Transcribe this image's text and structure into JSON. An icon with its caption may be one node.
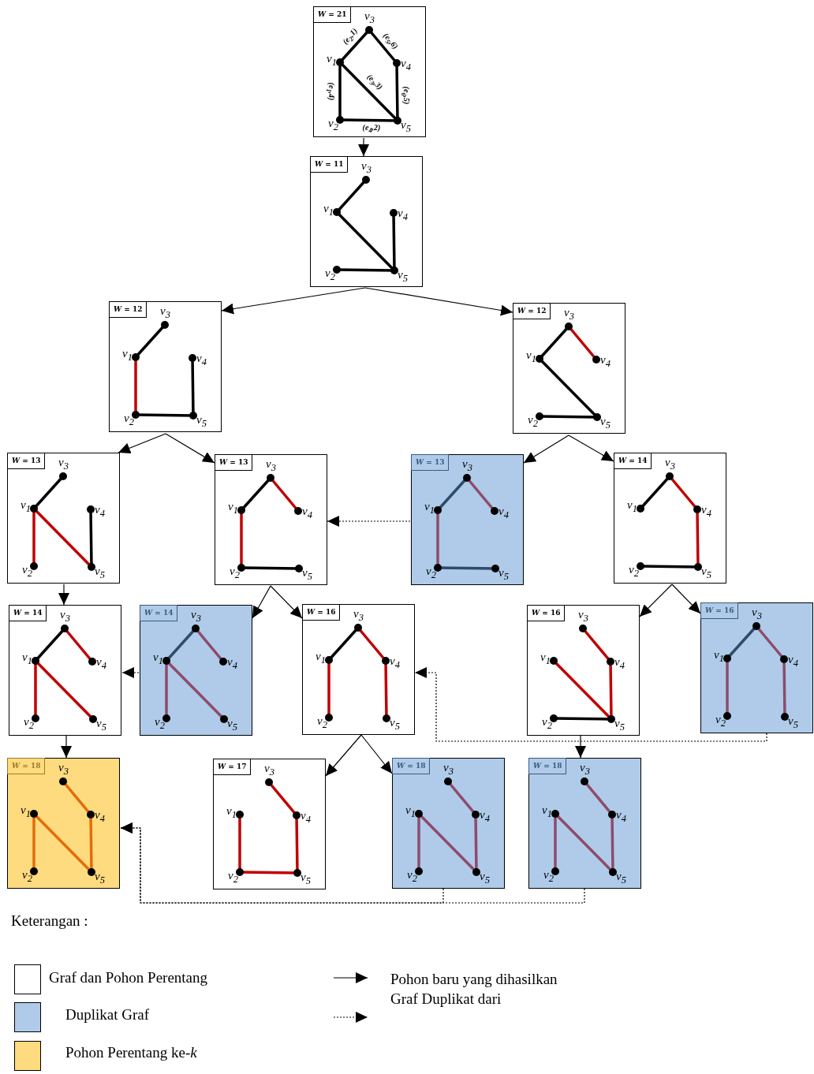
{
  "diagram": {
    "nodes": [
      {
        "text": [
          "*W* = 21",
          "v$_{3}$",
          "(e$_{2}$,1)",
          "(e$_{5}$,6)",
          "v$_{1}$",
          "v$_{4}$",
          "(e$_{1}$,4)",
          "(e$_{3}$,3)",
          "(e$_{6}$,5)",
          "v$_{2}$",
          "(e$_{4}$,2)",
          "v$_{5}$"
        ]
      },
      {
        "text": [
          "*W* = 11",
          "v$_{3}$",
          "v$_{1}$",
          "v$_{4}$",
          "v$_{2}$",
          "v$_{5}$"
        ]
      },
      {
        "text": [
          "*W* = 12",
          "v$_{3}$",
          "v$_{1}$",
          "v$_{4}$",
          "v$_{2}$",
          "v$_{5}$"
        ]
      },
      {
        "text": [
          "*W* = 12",
          "v$_{3}$",
          "v$_{1}$",
          "v$_{4}$",
          "v$_{2}$",
          "v$_{5}$"
        ]
      },
      {
        "text": [
          "*W* = 13",
          "v$_{3}$",
          "v$_{1}$",
          "v$_{4}$",
          "v$_{2}$",
          "v$_{5}$"
        ]
      },
      {
        "text": [
          "*W* = 13",
          "v$_{3}$",
          "v$_{1}$",
          "v$_{4}$",
          "v$_{2}$",
          "v$_{5}$"
        ]
      },
      {
        "text": [
          "*W* = 13",
          "v$_{3}$",
          "v$_{1}$",
          "v$_{4}$",
          "v$_{2}$",
          "v$_{5}$"
        ]
      },
      {
        "text": [
          "*W* = 14",
          "v$_{3}$",
          "v$_{1}$",
          "v$_{4}$",
          "v$_{2}$",
          "v$_{5}$"
        ]
      },
      {
        "text": [
          "*W* = 14",
          "v$_{3}$",
          "v$_{1}$",
          "v$_{4}$",
          "v$_{2}$",
          "v$_{5}$"
        ]
      },
      {
        "text": [
          "*W* = 14",
          "v$_{3}$",
          "v$_{1}$",
          "v$_{4}$",
          "v$_{2}$",
          "v$_{5}$"
        ]
      },
      {
        "text": [
          "*W* = 16",
          "v$_{3}$",
          "v$_{1}$",
          "v$_{4}$",
          "v$_{2}$",
          "v$_{5}$"
        ]
      },
      {
        "text": [
          "*W* = 16",
          "v$_{3}$",
          "v$_{1}$",
          "v$_{4}$",
          "v$_{2}$",
          "v$_{5}$"
        ]
      },
      {
        "text": [
          "*W* = 16",
          "v$_{3}$",
          "v$_{1}$",
          "v$_{4}$",
          "v$_{2}$",
          "v$_{5}$"
        ]
      },
      {
        "text": [
          "*W* = 18",
          "v$_{3}$",
          "v$_{1}$",
          "v$_{4}$",
          "v$_{2}$",
          "v$_{5}$"
        ]
      },
      {
        "text": [
          "*W* = 17",
          "v$_{3}$",
          "v$_{1}$",
          "v$_{4}$",
          "v$_{2}$",
          "v$_{5}$"
        ]
      },
      {
        "text": [
          "*W* = 18",
          "v$_{3}$",
          "v$_{1}$",
          "v$_{4}$",
          "v$_{2}$",
          "v$_{5}$"
        ]
      },
      {
        "text": [
          "*W* = 18",
          "v$_{3}$",
          "v$_{1}$",
          "v$_{4}$",
          "v$_{2}$",
          "v$_{5}$"
        ]
      }
    ],
    "edges": [
      {
        "from": 0,
        "to": 1,
        "arrow": "to"
      },
      {
        "from": 1,
        "to": 2,
        "arrow": "to"
      },
      {
        "from": 1,
        "to": 3,
        "arrow": "to"
      },
      {
        "from": 2,
        "to": 4,
        "arrow": "to"
      },
      {
        "from": 2,
        "to": 5,
        "arrow": "to"
      },
      {
        "from": 3,
        "to": 6,
        "arrow": "to"
      },
      {
        "from": 3,
        "to": 7,
        "arrow": "to"
      },
      {
        "from": 6,
        "to": 5,
        "arrow": "to",
        "style": "dashed"
      },
      {
        "from": 4,
        "to": 8,
        "arrow": "to"
      },
      {
        "from": 5,
        "to": 9,
        "arrow": "to"
      },
      {
        "from": 5,
        "to": 10,
        "arrow": "to"
      },
      {
        "from": 9,
        "to": 8,
        "arrow": "to",
        "style": "dashed"
      },
      {
        "from": 7,
        "to": 11,
        "arrow": "to"
      },
      {
        "from": 7,
        "to": 12,
        "arrow": "to"
      },
      {
        "from": 12,
        "to": 10,
        "arrow": "to",
        "style": "dashed"
      },
      {
        "from": 11,
        "to": 16,
        "arrow": "to"
      },
      {
        "from": 10,
        "to": 14,
        "arrow": "to"
      },
      {
        "from": 10,
        "to": 15,
        "arrow": "to"
      },
      {
        "from": 8,
        "to": 13,
        "arrow": "to"
      },
      {
        "from": 15,
        "to": 13,
        "arrow": "to",
        "style": "dashed"
      },
      {
        "from": 16,
        "to": 13,
        "arrow": "to",
        "style": "dashed"
      }
    ],
    "labels": [
      "Keterangan :"
    ],
    "legend": [
      {
        "text": "Graf dan Pohon Perentang",
        "color": "#ffffff"
      },
      {
        "text": "Duplikat Graf",
        "color": "#afcbe9"
      },
      {
        "text": "Pohon Perentang ke-*k*",
        "color": "#ffdb7f"
      },
      {
        "text": "Pohon baru yang dihasilkan"
      },
      {
        "text": "Graf Duplikat dari"
      }
    ]
  }
}
